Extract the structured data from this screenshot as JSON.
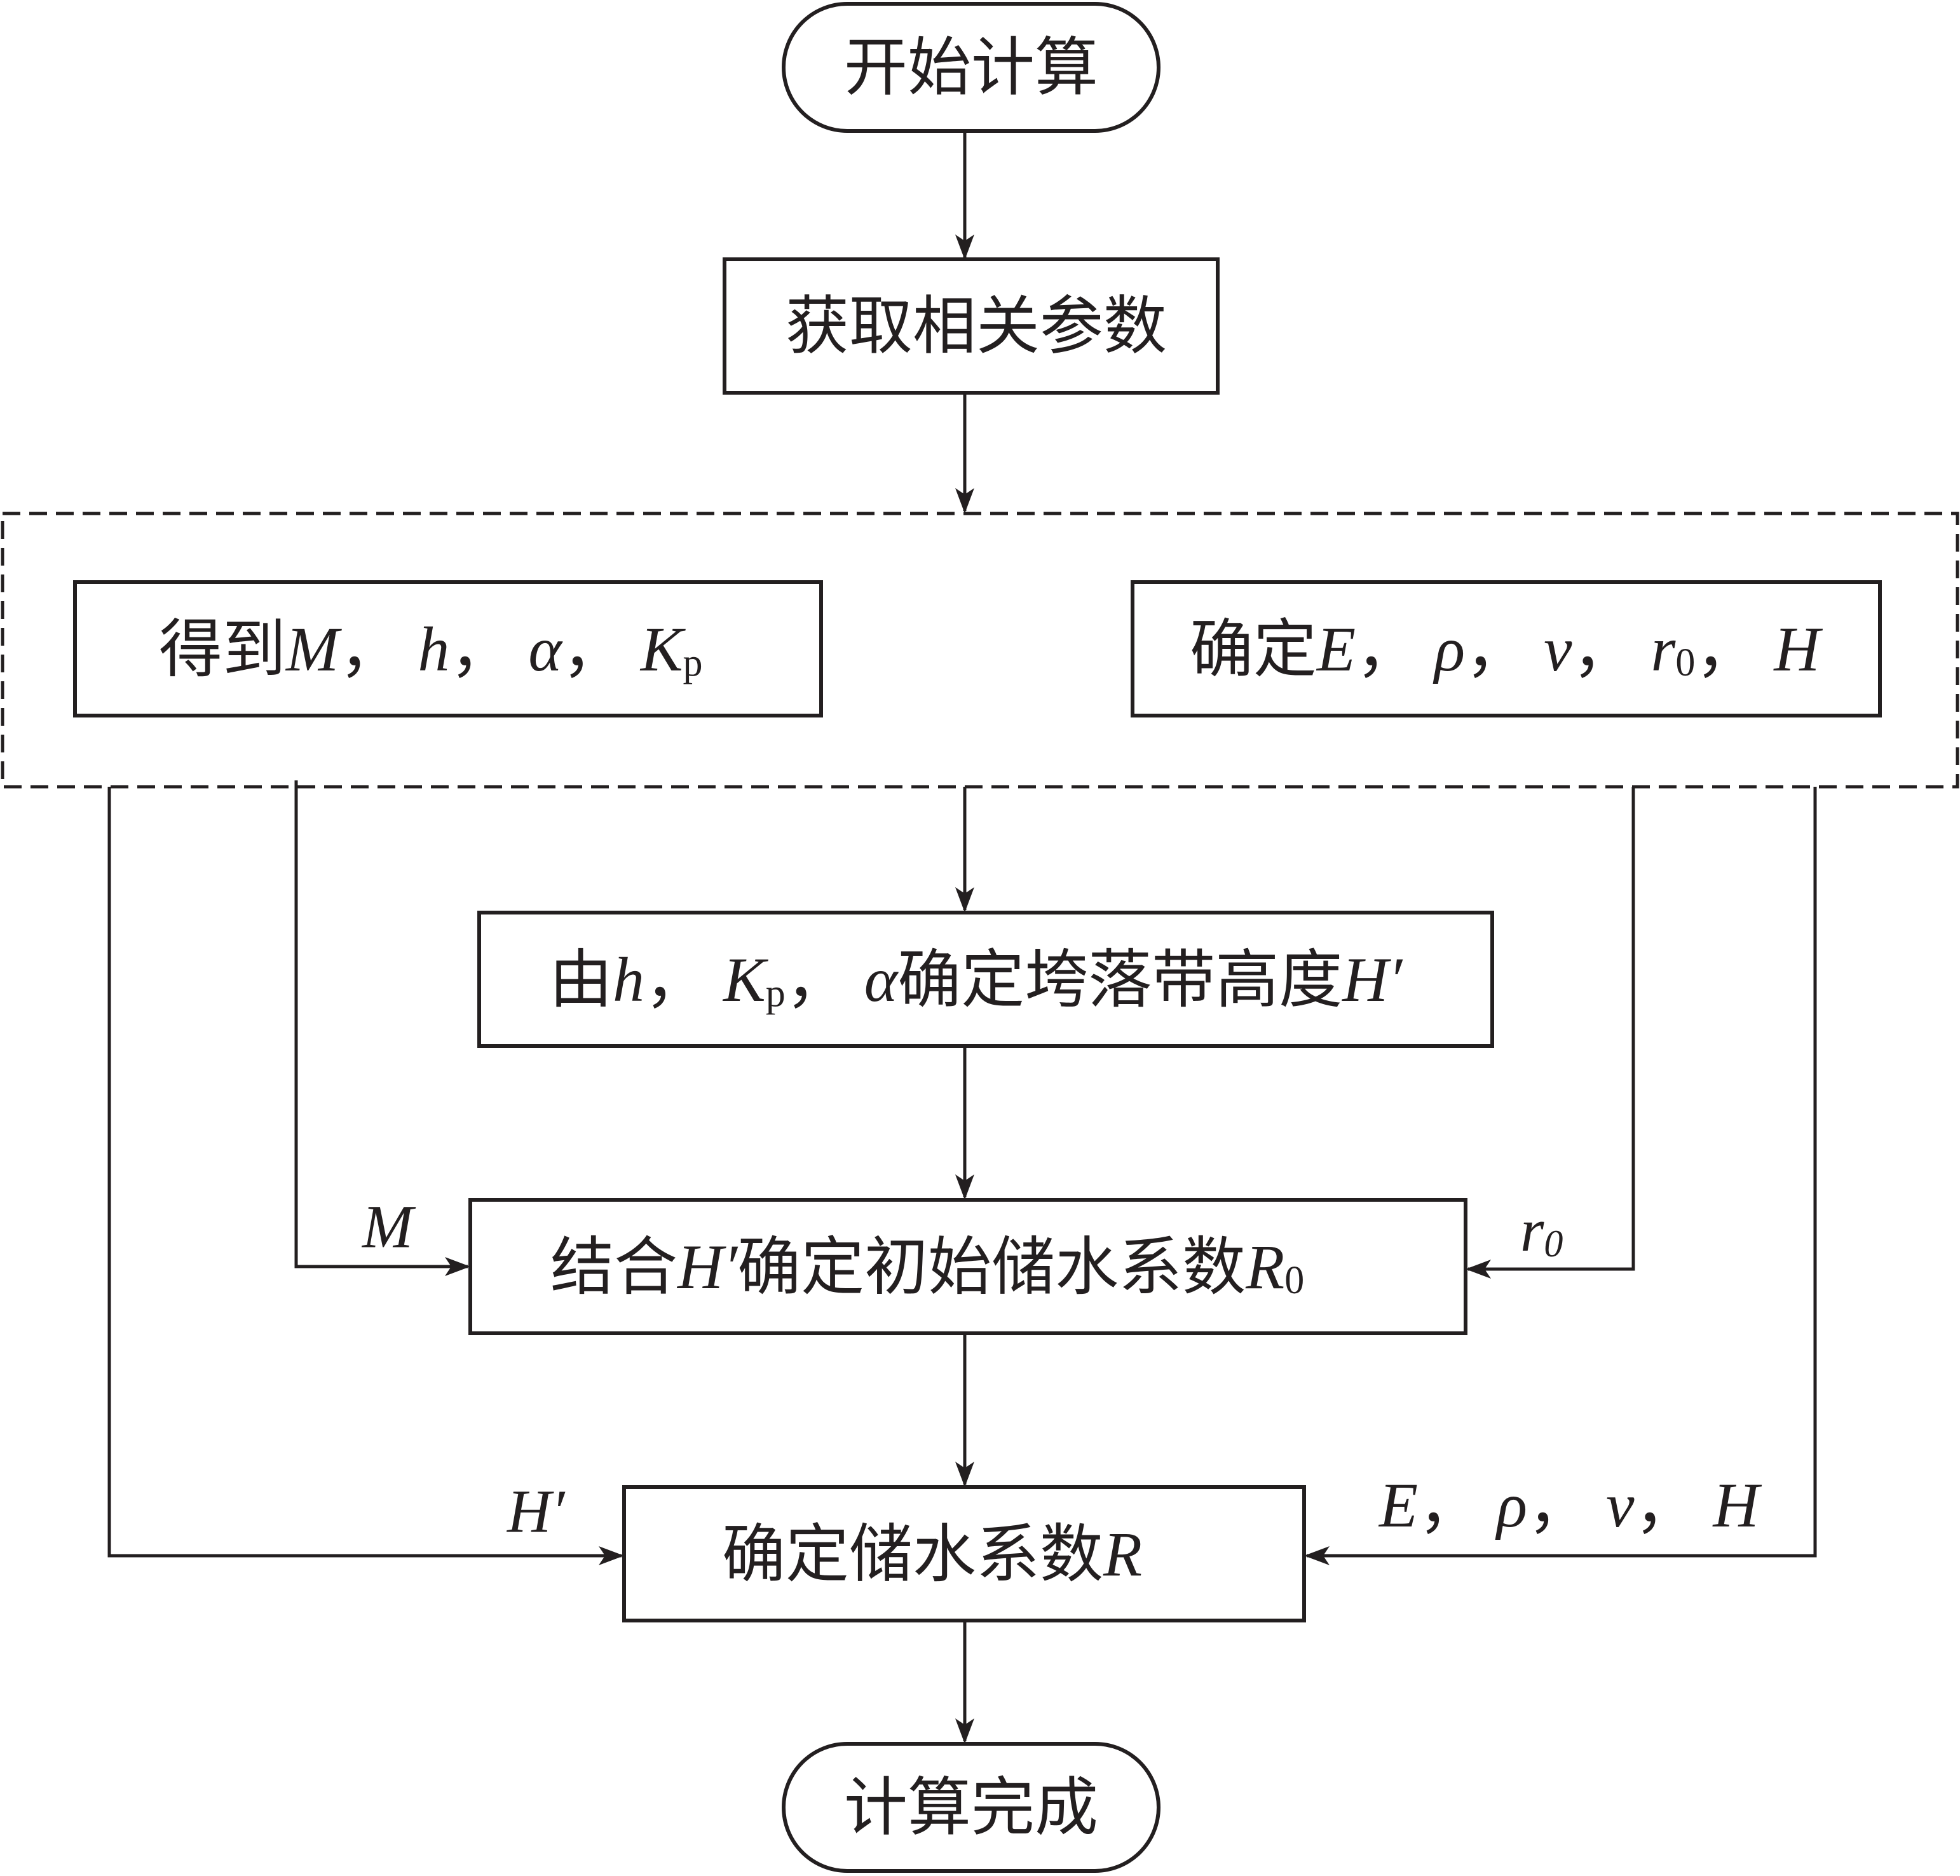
{
  "colors": {
    "ink": "#231f20",
    "background": "#ffffff"
  },
  "start": {
    "label": "开始计算"
  },
  "get_params": {
    "label": "获取相关参数"
  },
  "left_box": {
    "prefix": "得到",
    "v1": "M",
    "sep": "，",
    "v2": "h",
    "v3": "α",
    "v4": "K",
    "v4_sub": "p"
  },
  "right_box": {
    "prefix": "确定",
    "v1": "E",
    "sep": "，",
    "v2": "ρ",
    "v3": "v",
    "v4": "r",
    "v4_sub": "0",
    "v5": "H"
  },
  "cave_box": {
    "prefix": "由",
    "v1": "h",
    "sep": "，",
    "v2": "K",
    "v2_sub": "p",
    "v3": "α",
    "mid": "确定垮落带高度",
    "v4": "H′"
  },
  "r0_box": {
    "prefix": "结合",
    "v1": "H′",
    "mid": "确定初始储水系数",
    "v2": "R",
    "v2_sub": "0"
  },
  "r_box": {
    "prefix": "确定储水系数",
    "v1": "R"
  },
  "end": {
    "label": "计算完成"
  },
  "edge_labels": {
    "m": "M",
    "r0": "r",
    "r0_sub": "0",
    "h_prime": "H′",
    "e_group": {
      "v1": "E",
      "sep": "，",
      "v2": "ρ",
      "v3": "v",
      "v4": "H"
    }
  }
}
